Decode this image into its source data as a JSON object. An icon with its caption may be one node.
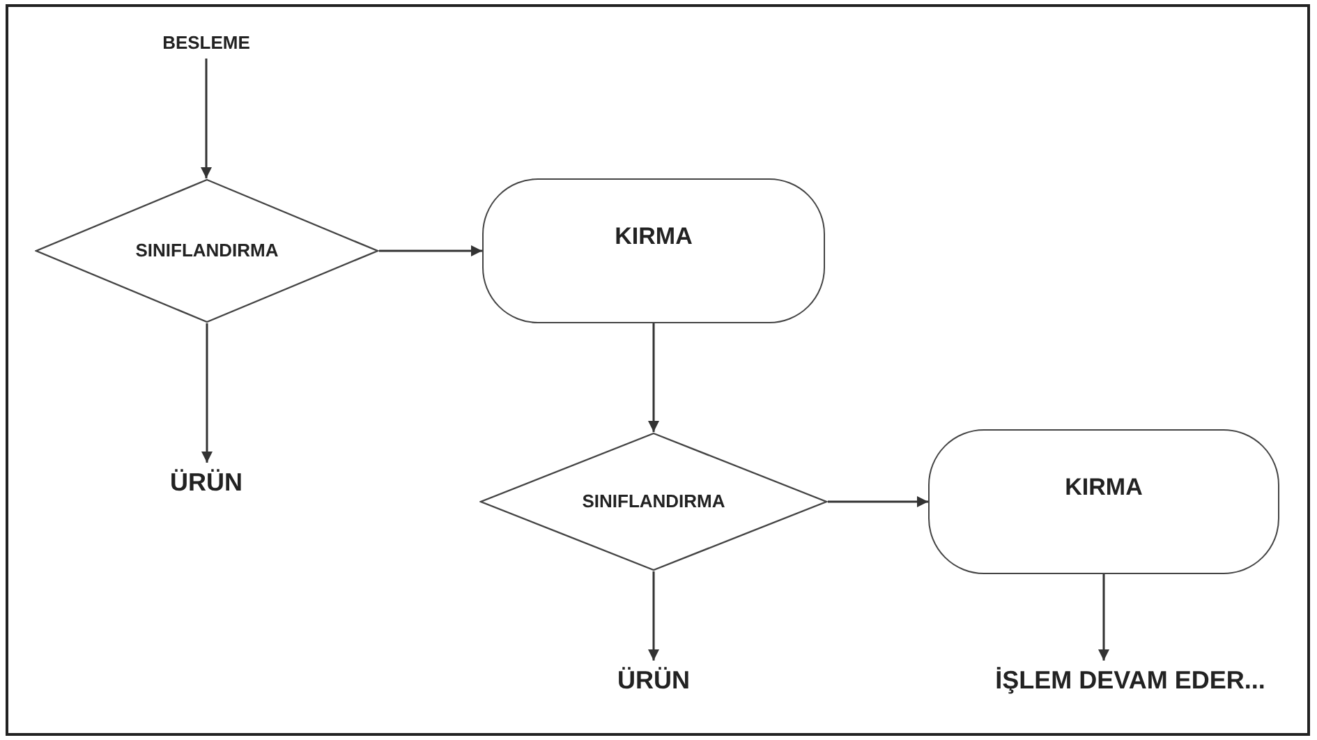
{
  "diagram": {
    "nodes": [
      {
        "text": [
          "BESLEME"
        ]
      },
      {
        "text": [
          "SINIFLANDIRMA"
        ]
      },
      {
        "text": [
          "KIRMA"
        ]
      },
      {
        "text": [
          "ÜRÜN"
        ]
      },
      {
        "text": [
          "SINIFLANDIRMA"
        ]
      },
      {
        "text": [
          "KIRMA"
        ]
      },
      {
        "text": [
          "ÜRÜN"
        ]
      },
      {
        "text": [
          "İŞLEM DEVAM EDER..."
        ]
      }
    ],
    "edges": [
      {
        "from": 0,
        "to": 1,
        "arrow": "to"
      },
      {
        "from": 1,
        "to": 2,
        "arrow": "to"
      },
      {
        "from": 1,
        "to": 3,
        "arrow": "to"
      },
      {
        "from": 2,
        "to": 4,
        "arrow": "to"
      },
      {
        "from": 4,
        "to": 5,
        "arrow": "to"
      },
      {
        "from": 4,
        "to": 6,
        "arrow": "to"
      },
      {
        "from": 5,
        "to": 7,
        "arrow": "to"
      }
    ]
  }
}
